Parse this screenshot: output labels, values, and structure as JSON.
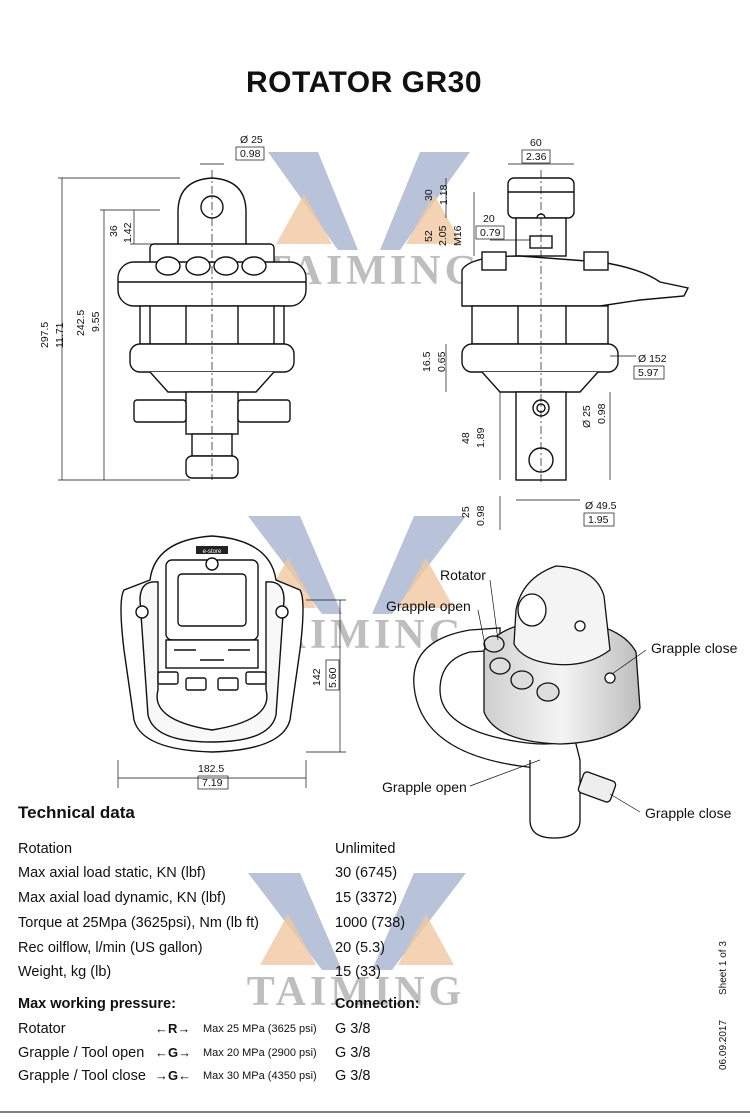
{
  "title": "ROTATOR  GR30",
  "watermark": "TAIMING",
  "dimensions": {
    "d25_top": "Ø 25",
    "d25_top_in": "0.98",
    "w60": "60",
    "w60_in": "2.36",
    "h36": "36",
    "h36_in": "1.42",
    "h297": "297.5",
    "h297_in": "11.71",
    "h242": "242.5",
    "h242_in": "9.55",
    "h30": "30",
    "h30_in": "1.18",
    "h52": "52",
    "h52_in": "2.05",
    "m16": "M16",
    "w20": "20",
    "w20_in": "0.79",
    "h16": "16.5",
    "h16_in": "0.65",
    "d152": "Ø 152",
    "d152_in": "5.97",
    "d25_side": "Ø 25",
    "d25_side_in": "0.98",
    "h48": "48",
    "h48_in": "1.89",
    "h25": "25",
    "h25_in": "0.98",
    "d49": "Ø 49.5",
    "d49_in": "1.95",
    "h142": "142",
    "h142_in": "5.60",
    "w182": "182.5",
    "w182_in": "7.19"
  },
  "iso_labels": {
    "rotator": "Rotator",
    "grapple_open_top": "Grapple open",
    "grapple_close_top": "Grapple close",
    "grapple_open_bottom": "Grapple open",
    "grapple_close_bottom": "Grapple close"
  },
  "top_view_badge": "e-store",
  "technical": {
    "heading": "Technical data",
    "rows": [
      {
        "label": "Rotation",
        "value": "Unlimited"
      },
      {
        "label": "Max axial load static, KN (lbf)",
        "value": "30 (6745)"
      },
      {
        "label": "Max axial load dynamic, KN (lbf)",
        "value": "15 (3372)"
      },
      {
        "label": "Torque at 25Mpa (3625psi), Nm (lb ft)",
        "value": "1000 (738)"
      },
      {
        "label": "Rec oilflow, l/min (US gallon)",
        "value": "20 (5.3)"
      },
      {
        "label": "Weight, kg (lb)",
        "value": "15 (33)"
      }
    ],
    "pressure_heading": "Max working pressure:",
    "connection_heading": "Connection:",
    "pressure_rows": [
      {
        "label": "Rotator",
        "arrow": "←R→",
        "pressure": "Max 25 MPa (3625 psi)",
        "connection": "G 3/8"
      },
      {
        "label": "Grapple / Tool open",
        "arrow": "←G→",
        "pressure": "Max 20 MPa (2900 psi)",
        "connection": "G 3/8"
      },
      {
        "label": "Grapple / Tool close",
        "arrow": "→G←",
        "pressure": "Max 30 MPa (4350 psi)",
        "connection": "G 3/8"
      }
    ]
  },
  "sheet": "Sheet 1 of 3",
  "date": "06.09.2017"
}
